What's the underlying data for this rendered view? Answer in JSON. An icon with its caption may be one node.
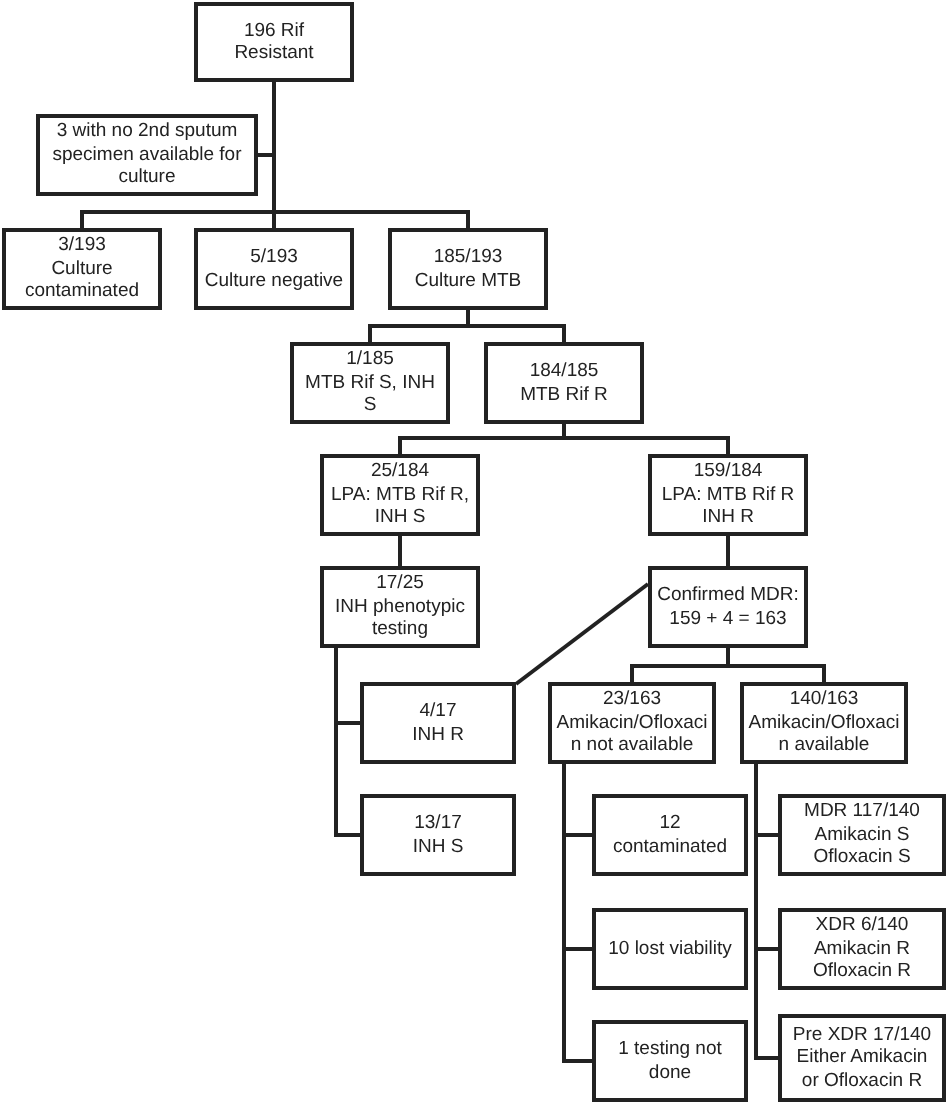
{
  "diagram": {
    "nodes": [
      {
        "text": [
          "196 Rif Resistant"
        ]
      },
      {
        "text": [
          "3 with no 2nd sputum specimen available for culture"
        ]
      },
      {
        "text": [
          "3/193",
          "Culture contaminated"
        ]
      },
      {
        "text": [
          "5/193",
          "Culture negative"
        ]
      },
      {
        "text": [
          "185/193",
          "Culture MTB"
        ]
      },
      {
        "text": [
          "1/185",
          "MTB Rif S, INH S"
        ]
      },
      {
        "text": [
          "184/185",
          "MTB Rif R"
        ]
      },
      {
        "text": [
          "25/184",
          "LPA: MTB Rif R, INH S"
        ]
      },
      {
        "text": [
          "159/184",
          "LPA: MTB Rif R INH R"
        ]
      },
      {
        "text": [
          "17/25",
          "INH phenotypic testing"
        ]
      },
      {
        "text": [
          "Confirmed MDR:",
          "159 + 4 = 163"
        ]
      },
      {
        "text": [
          "4/17",
          "INH R"
        ]
      },
      {
        "text": [
          "13/17",
          "INH S"
        ]
      },
      {
        "text": [
          "23/163",
          "Amikacin/Ofloxacin not available"
        ]
      },
      {
        "text": [
          "140/163",
          "Amikacin/Ofloxacin available"
        ]
      },
      {
        "text": [
          "12 contaminated"
        ]
      },
      {
        "text": [
          "10 lost viability"
        ]
      },
      {
        "text": [
          "1 testing not done"
        ]
      },
      {
        "text": [
          "MDR 117/140",
          "Amikacin S Ofloxacin S"
        ]
      },
      {
        "text": [
          "XDR 6/140",
          "Amikacin R Ofloxacin R"
        ]
      },
      {
        "text": [
          "Pre XDR 17/140",
          "Either Amikacin or Ofloxacin R"
        ]
      }
    ],
    "edges": [
      {
        "from": 0,
        "to": 1,
        "arrow": "none"
      },
      {
        "from": 0,
        "to": 2,
        "arrow": "none"
      },
      {
        "from": 0,
        "to": 3,
        "arrow": "none"
      },
      {
        "from": 0,
        "to": 4,
        "arrow": "none"
      },
      {
        "from": 4,
        "to": 5,
        "arrow": "none"
      },
      {
        "from": 4,
        "to": 6,
        "arrow": "none"
      },
      {
        "from": 6,
        "to": 7,
        "arrow": "none"
      },
      {
        "from": 6,
        "to": 8,
        "arrow": "none"
      },
      {
        "from": 7,
        "to": 9,
        "arrow": "none"
      },
      {
        "from": 8,
        "to": 10,
        "arrow": "none"
      },
      {
        "from": 9,
        "to": 11,
        "arrow": "none"
      },
      {
        "from": 9,
        "to": 12,
        "arrow": "none"
      },
      {
        "from": 11,
        "to": 10,
        "arrow": "none"
      },
      {
        "from": 10,
        "to": 13,
        "arrow": "none"
      },
      {
        "from": 10,
        "to": 14,
        "arrow": "none"
      },
      {
        "from": 13,
        "to": 15,
        "arrow": "none"
      },
      {
        "from": 13,
        "to": 16,
        "arrow": "none"
      },
      {
        "from": 13,
        "to": 17,
        "arrow": "none"
      },
      {
        "from": 14,
        "to": 18,
        "arrow": "none"
      },
      {
        "from": 14,
        "to": 19,
        "arrow": "none"
      },
      {
        "from": 14,
        "to": 20,
        "arrow": "none"
      }
    ]
  }
}
